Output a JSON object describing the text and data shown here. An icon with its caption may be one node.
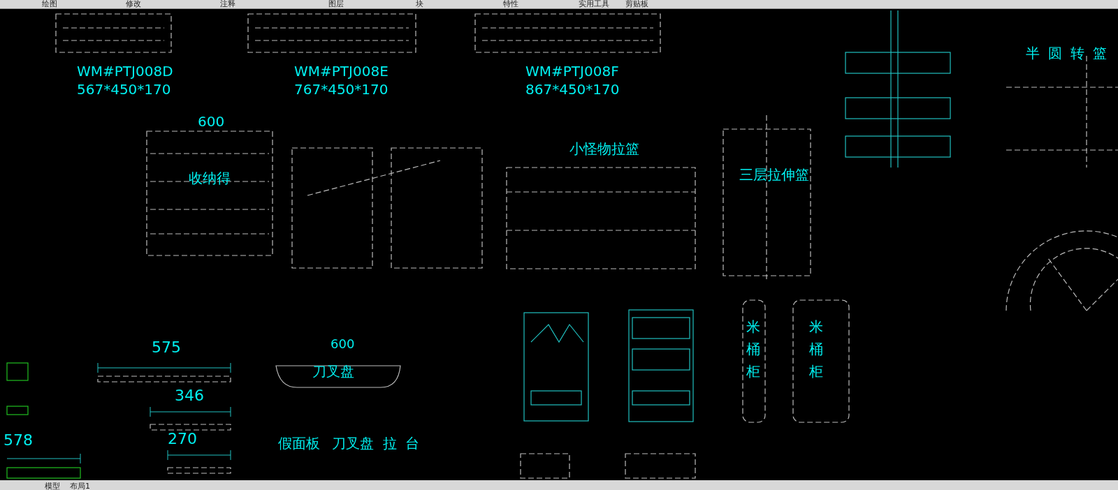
{
  "diagram": {
    "labels": [
      "绘图",
      "修改",
      "注释",
      "图层",
      "块",
      "特性",
      "实用工具",
      "剪贴板",
      "WM#PTJ008D",
      "567*450*170",
      "WM#PTJ008E",
      "767*450*170",
      "WM#PTJ008F",
      "867*450*170",
      "半圆转篮",
      "600",
      "小怪物拉篮",
      "收纳得",
      "三层拉伸篮",
      "米桶柜",
      "米桶柜",
      "575",
      "600",
      "刀叉盘",
      "346",
      "578",
      "270",
      "假面板",
      "刀叉盘",
      "拉台",
      "模型",
      "布局1"
    ]
  }
}
